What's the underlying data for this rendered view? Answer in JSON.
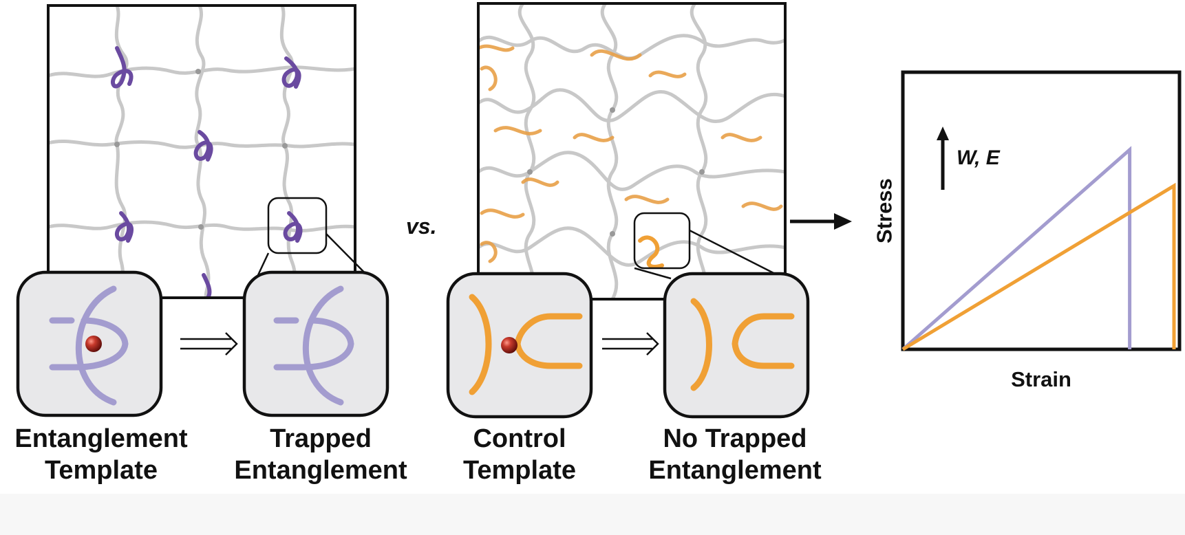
{
  "captions": {
    "entanglement_template": [
      "Entanglement",
      "Template"
    ],
    "trapped_entanglement": [
      "Trapped",
      "Entanglement"
    ],
    "control_template": [
      "Control",
      "Template"
    ],
    "no_trapped_entanglement": [
      "No Trapped",
      "Entanglement"
    ]
  },
  "versus": "vs.",
  "chart": {
    "ylabel": "Stress",
    "xlabel": "Strain",
    "annotation": "W, E"
  },
  "chart_data": {
    "type": "line",
    "xlabel": "Strain",
    "ylabel": "Stress",
    "annotation": "W, E",
    "series": [
      {
        "color": "#a39ccf",
        "x": [
          0,
          0.82,
          0.82
        ],
        "y": [
          0,
          0.72,
          0
        ]
      },
      {
        "color": "#f0a035",
        "x": [
          0,
          0.98,
          0.98
        ],
        "y": [
          0,
          0.59,
          0
        ]
      }
    ]
  },
  "colors": {
    "purple_strand": "#6a4aa0",
    "light_purple": "#a39ccf",
    "orange": "#f0a035",
    "grey_strand": "#c8c8c8",
    "bead": "#b8231c",
    "panel_bg": "#e8e8ea"
  }
}
